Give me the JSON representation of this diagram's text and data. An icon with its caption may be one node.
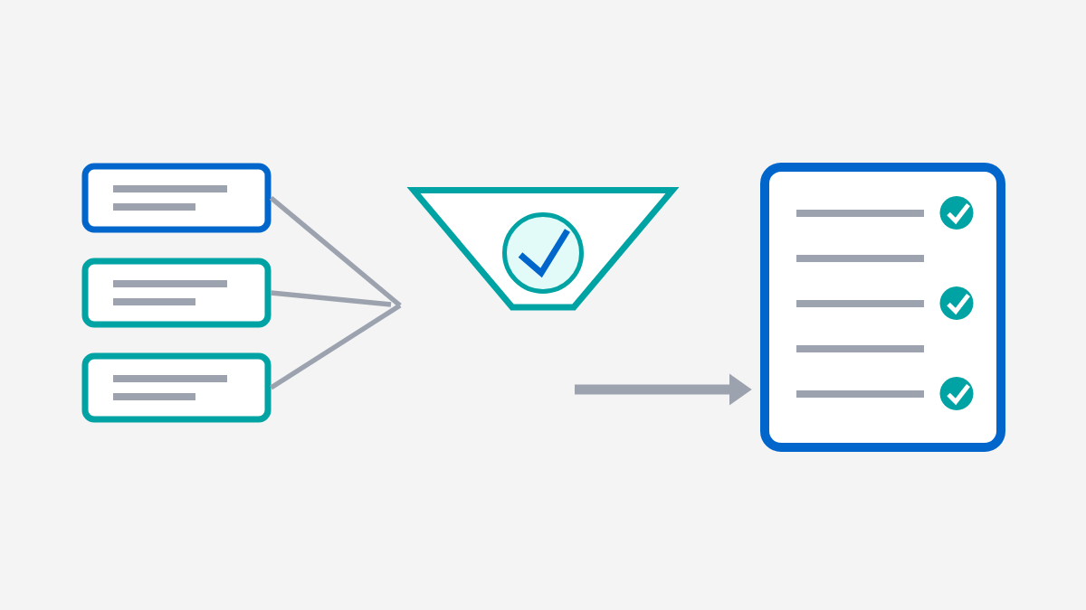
{
  "diagram": {
    "nodes": [
      {
        "text": [],
        "shape": "box"
      },
      {
        "text": [],
        "shape": "box"
      },
      {
        "text": [],
        "shape": "box"
      },
      {
        "text": [],
        "shape": "funnel"
      },
      {
        "text": [],
        "shape": "box"
      }
    ],
    "edges": [
      {
        "from": 0,
        "to": null,
        "arrow": "none"
      },
      {
        "from": 1,
        "to": null,
        "arrow": "none"
      },
      {
        "from": 2,
        "to": null,
        "arrow": "none"
      },
      {
        "from": null,
        "to": 4,
        "arrow": "to",
        "style": "thick"
      }
    ]
  }
}
